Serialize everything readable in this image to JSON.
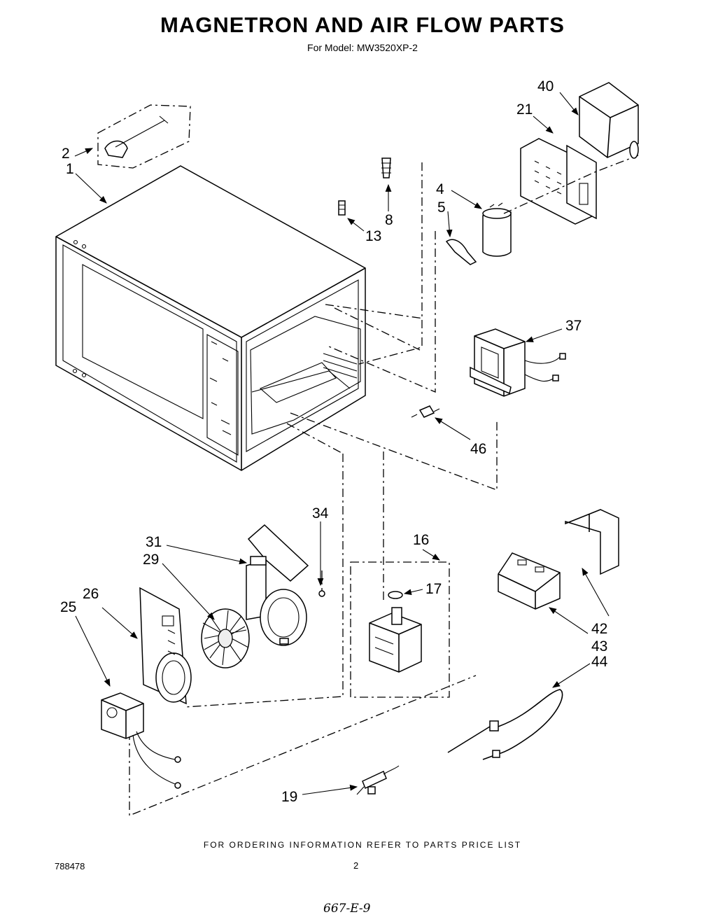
{
  "title": "MAGNETRON AND AIR FLOW PARTS",
  "subtitle": "For Model: MW3520XP-2",
  "footer_note": "FOR ORDERING INFORMATION REFER TO PARTS PRICE LIST",
  "document_number": "788478",
  "page_number": "2",
  "handwritten_note": "667-E-9",
  "callouts": {
    "c1": "1",
    "c2": "2",
    "c4": "4",
    "c5": "5",
    "c8": "8",
    "c13": "13",
    "c16": "16",
    "c17": "17",
    "c19": "19",
    "c21": "21",
    "c25": "25",
    "c26": "26",
    "c29": "29",
    "c31": "31",
    "c34": "34",
    "c37": "37",
    "c40": "40",
    "c42": "42",
    "c43": "43",
    "c44": "44",
    "c46": "46"
  }
}
